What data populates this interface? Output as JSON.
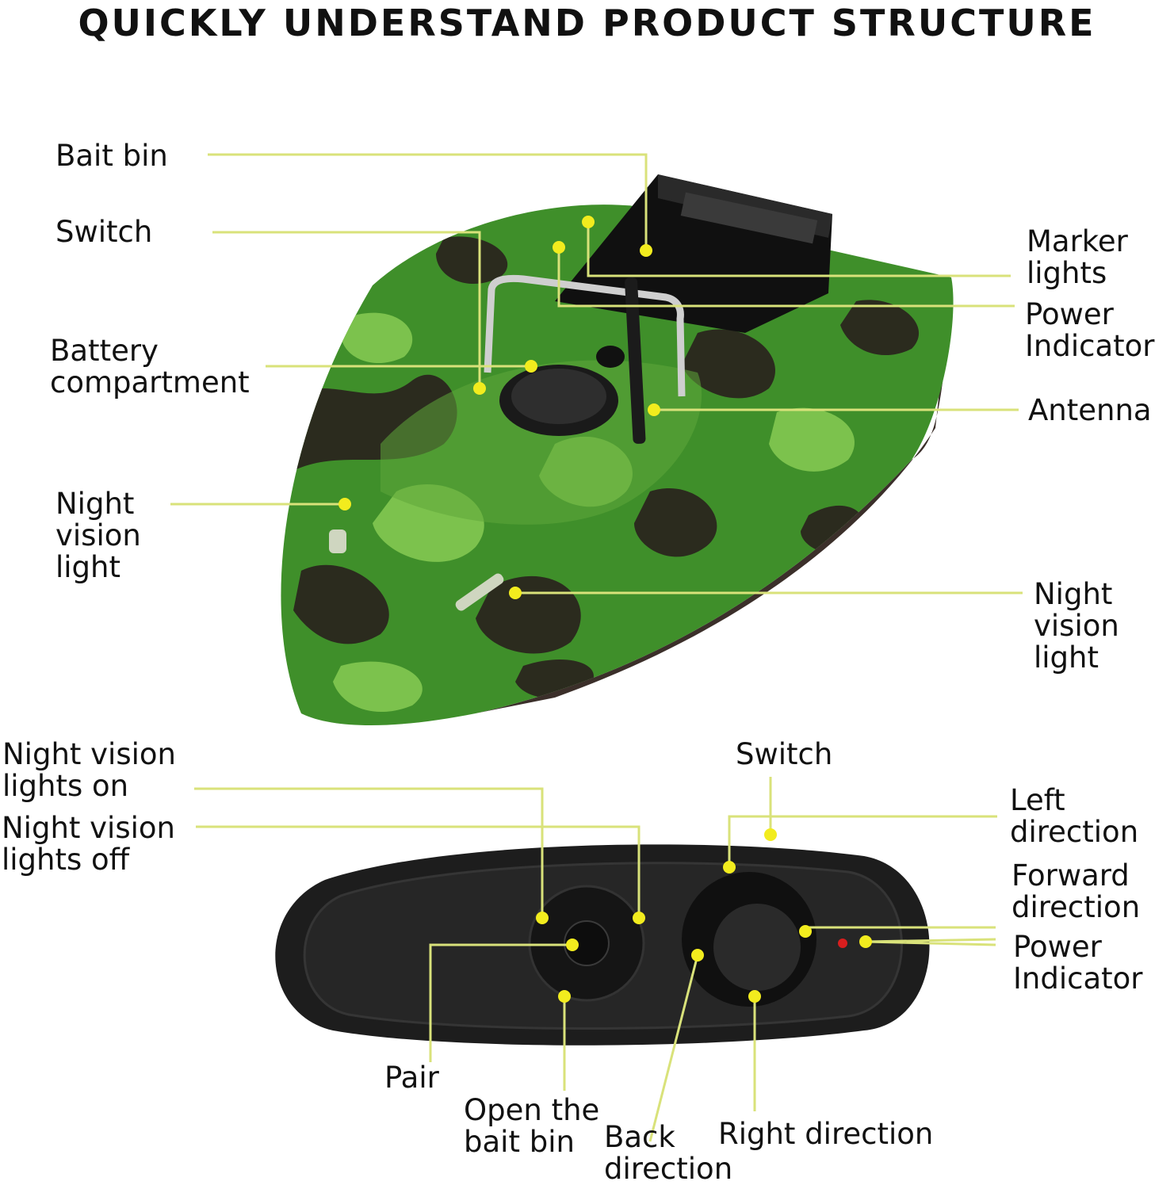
{
  "title": "QUICKLY UNDERSTAND PRODUCT STRUCTURE",
  "colors": {
    "leader_line": "#d9e27a",
    "dot": "#f2ec1e",
    "camo_base": "#3f8f2a",
    "camo_light": "#7cc24d",
    "camo_dark": "#2b2b1e",
    "hull_dark": "#4a3a32",
    "remote_body": "#1d1d1d"
  },
  "boat_labels": {
    "bait_bin": "Bait bin",
    "switch": "Switch",
    "battery_compartment": "Battery\ncompartment",
    "night_vision_light_left": "Night\nvision\nlight",
    "marker_lights": "Marker\nlights",
    "power_indicator": "Power\nIndicator",
    "antenna": "Antenna",
    "night_vision_light_right": "Night\nvision\nlight"
  },
  "remote_labels": {
    "night_vision_on": "Night vision\nlights on",
    "night_vision_off": "Night vision\nlights off",
    "switch": "Switch",
    "left_direction": "Left\ndirection",
    "forward_direction": "Forward\ndirection",
    "power_indicator": "Power\nIndicator",
    "pair": "Pair",
    "open_bait_bin": "Open the\nbait bin",
    "back_direction": "Back\ndirection",
    "right_direction": "Right direction"
  }
}
